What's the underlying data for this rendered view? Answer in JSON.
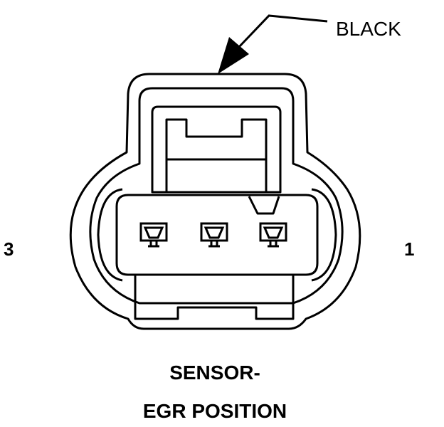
{
  "connector": {
    "color_label": "BLACK",
    "pin_left_label": "3",
    "pin_right_label": "1",
    "cavity_count": 3,
    "stroke_color": "#000000",
    "fill_color": "#ffffff"
  },
  "caption": {
    "line1": "SENSOR-",
    "line2": "EGR POSITION"
  }
}
